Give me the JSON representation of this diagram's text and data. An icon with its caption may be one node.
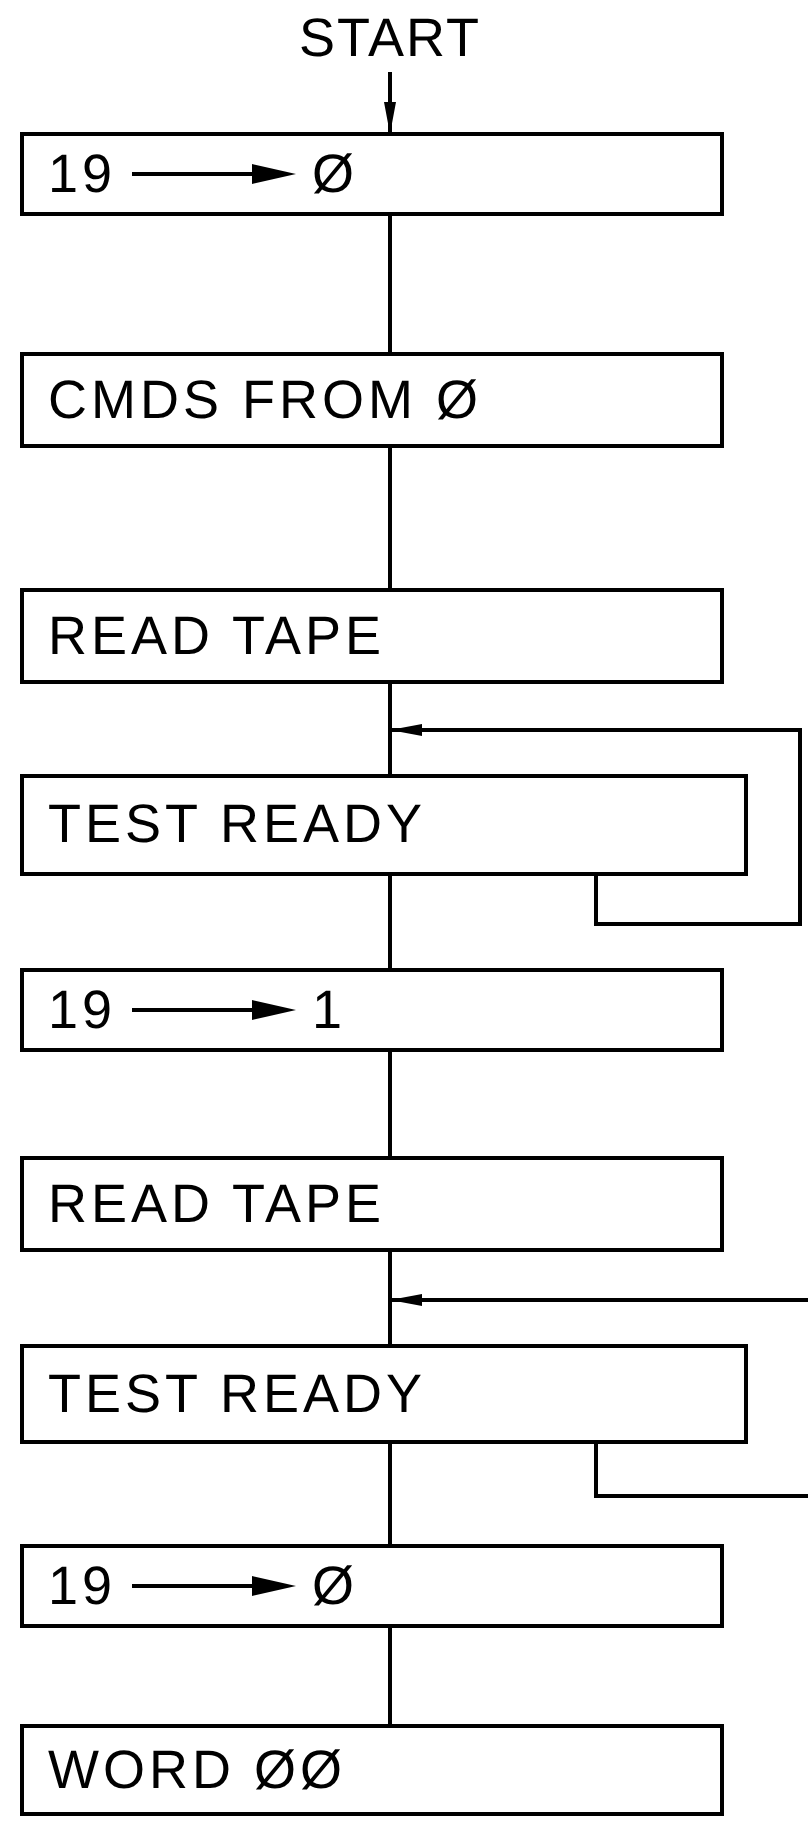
{
  "diagram": {
    "nodes": [
      {
        "text": [
          "START"
        ]
      },
      {
        "text": [
          "19",
          "Ø"
        ]
      },
      {
        "text": [
          "CMDS FROM Ø"
        ]
      },
      {
        "text": [
          "READ TAPE"
        ]
      },
      {
        "text": [
          "TEST READY"
        ]
      },
      {
        "text": [
          "19",
          "1"
        ]
      },
      {
        "text": [
          "READ TAPE"
        ]
      },
      {
        "text": [
          "TEST READY"
        ]
      },
      {
        "text": [
          "19",
          "Ø"
        ]
      },
      {
        "text": [
          "WORD ØØ"
        ]
      }
    ],
    "edges": [
      {
        "from": 0,
        "to": 1,
        "arrow": "to"
      },
      {
        "from": 1,
        "to": 2,
        "arrow": "none"
      },
      {
        "from": 2,
        "to": 3,
        "arrow": "none"
      },
      {
        "from": 3,
        "to": 4,
        "arrow": "none"
      },
      {
        "from": 4,
        "to": 4,
        "arrow": "to"
      },
      {
        "from": 4,
        "to": 5,
        "arrow": "none"
      },
      {
        "from": 5,
        "to": 6,
        "arrow": "none"
      },
      {
        "from": 6,
        "to": 7,
        "arrow": "none"
      },
      {
        "from": null,
        "to": 7,
        "arrow": "to"
      },
      {
        "from": 7,
        "to": null,
        "arrow": "none"
      },
      {
        "from": 7,
        "to": 8,
        "arrow": "none"
      },
      {
        "from": 8,
        "to": 9,
        "arrow": "none"
      }
    ]
  }
}
